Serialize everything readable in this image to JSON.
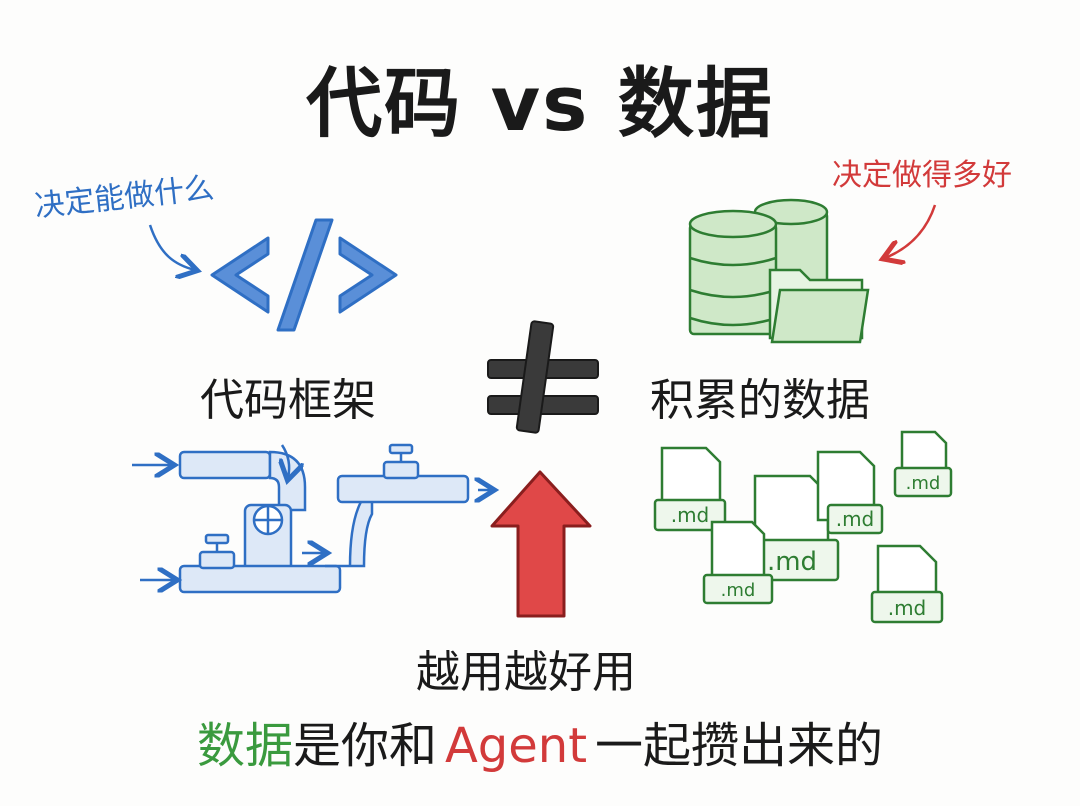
{
  "title": "代码 vs 数据",
  "left": {
    "note": "决定能做什么",
    "label": "代码框架",
    "note_color": "#2f6fc4"
  },
  "right": {
    "note": "决定做得多好",
    "label": "积累的数据",
    "note_color": "#d23a3a"
  },
  "center": {
    "symbol": "≠",
    "arrow_caption": "越用越好用",
    "arrow_color": "#e04848"
  },
  "file_ext": ".md",
  "footer": {
    "part1": "数据",
    "part2": "是你和",
    "part3": "Agent",
    "part4": "一起攒出来的",
    "accent_green": "#3a9a3e",
    "accent_red": "#d23a3a"
  },
  "icons": [
    "code-brackets-icon",
    "pipes-icon",
    "database-icon",
    "folder-icon",
    "md-file-icon",
    "up-arrow-icon",
    "not-equal-icon"
  ]
}
